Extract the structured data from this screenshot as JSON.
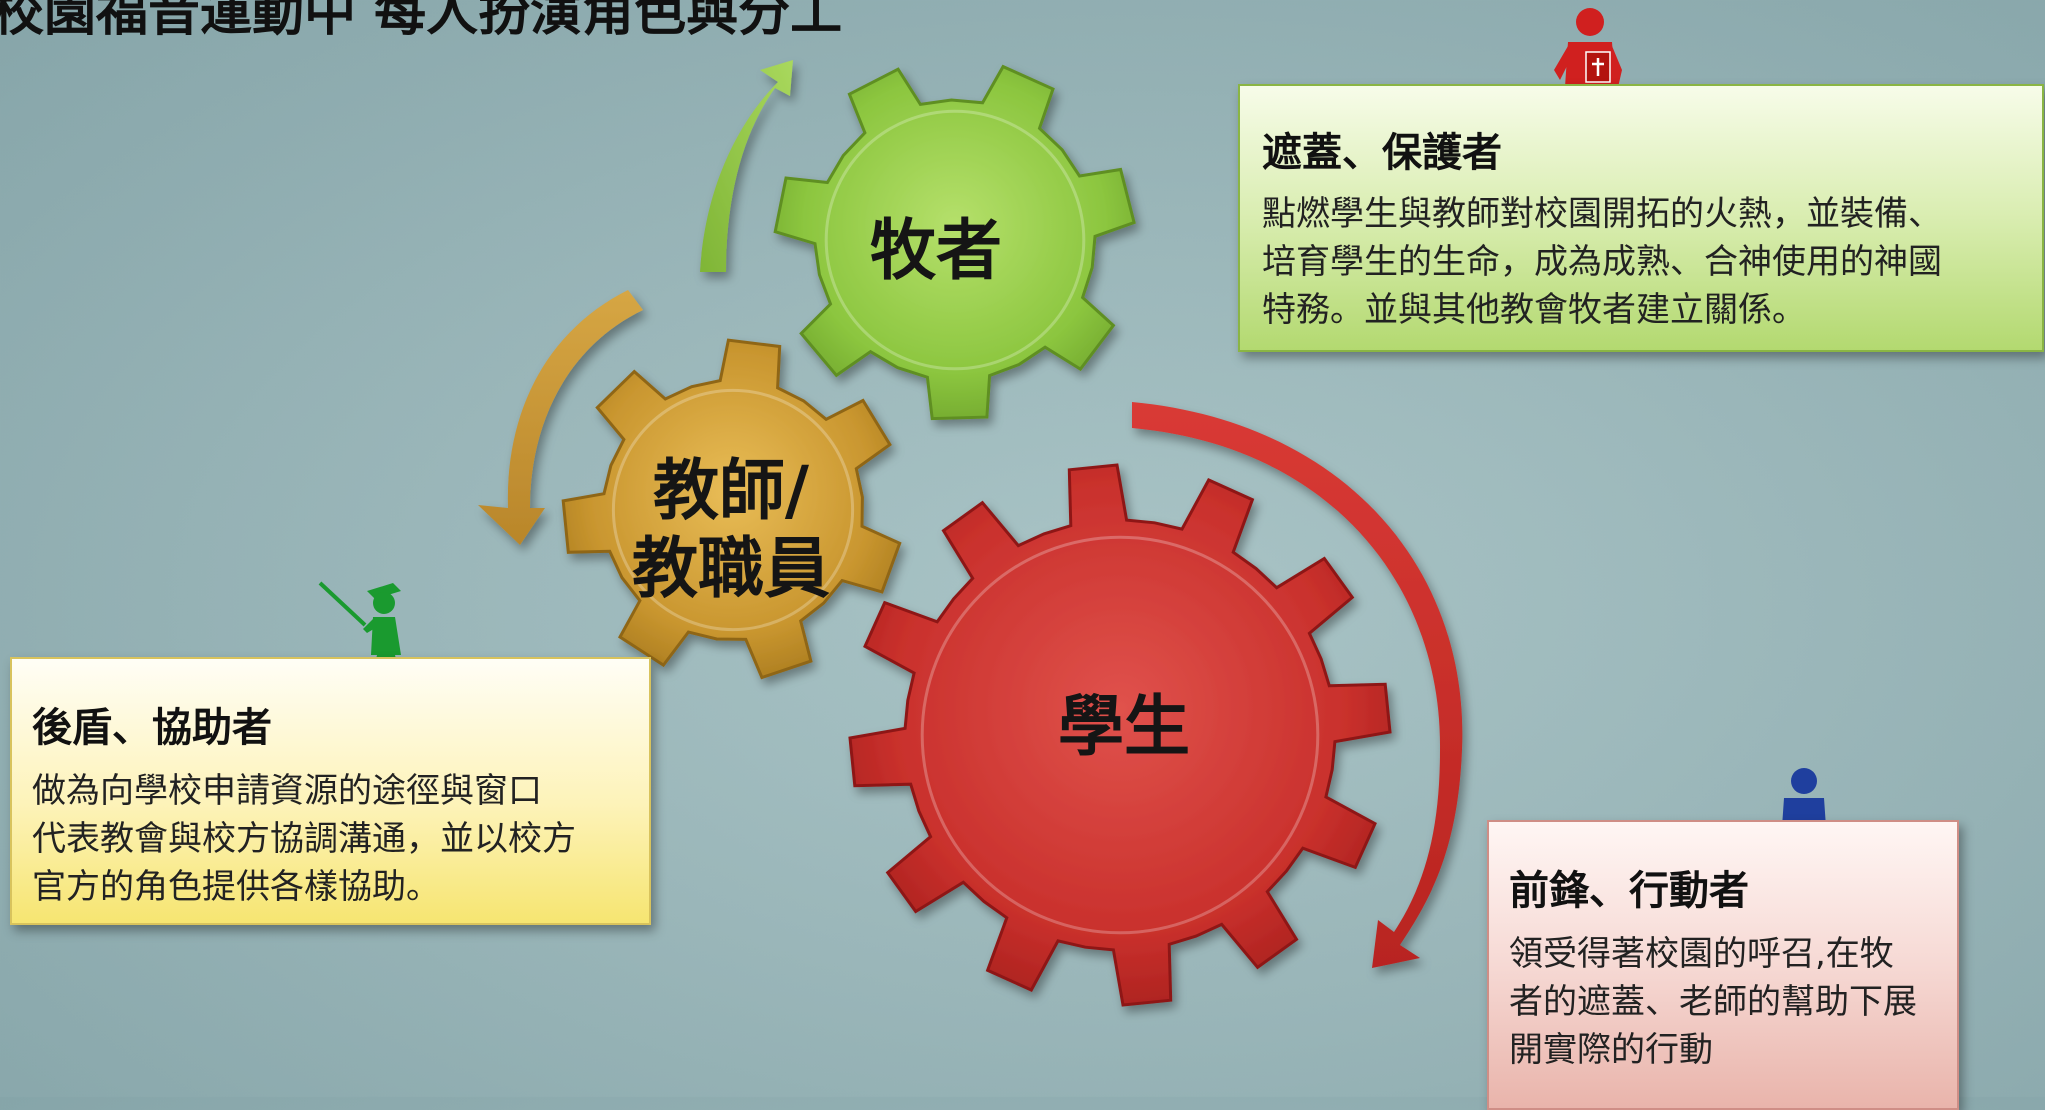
{
  "title": "校園福音運動中 每人扮演角色與分工",
  "gears": {
    "pastor": "牧者",
    "teacher_line1": "教師/",
    "teacher_line2": "教職員",
    "student": "學生"
  },
  "cards": {
    "pastor": {
      "heading": "遮蓋、保護者",
      "lines": [
        "點燃學生與教師對校園開拓的火熱，並裝備、",
        "培育學生的生命，成為成熟、合神使用的神國",
        "特務。並與其他教會牧者建立關係。"
      ]
    },
    "teacher": {
      "heading": "後盾、協助者",
      "lines": [
        "做為向學校申請資源的途徑與窗口",
        "代表教會與校方協調溝通，並以校方",
        "官方的角色提供各樣協助。"
      ]
    },
    "student": {
      "heading": "前鋒、行動者",
      "lines": [
        "領受得著校園的呼召,在牧",
        "者的遮蓋、老師的幫助下展",
        "開實際的行動"
      ]
    }
  },
  "colors": {
    "green_gear": "#8cc63f",
    "gold_gear": "#c9962f",
    "red_gear": "#c9302c",
    "red_figure": "#d0201f",
    "green_figure": "#1a9a2f",
    "blue_figure": "#1f3f9e"
  },
  "icons": {
    "pastor_figure": "person-with-bible-icon",
    "teacher_figure": "teacher-pointing-icon",
    "student_figure": "person-icon"
  }
}
